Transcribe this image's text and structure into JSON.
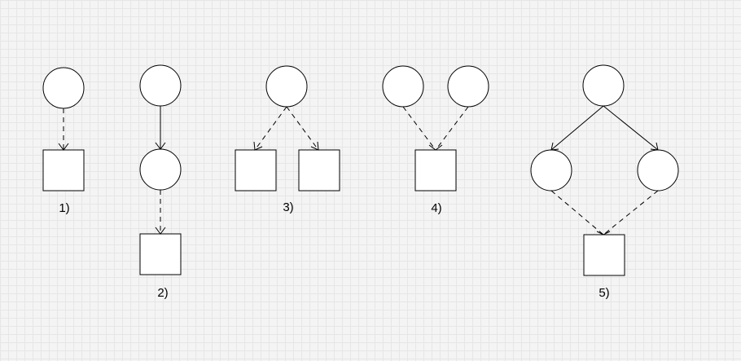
{
  "labels": {
    "d1": "1)",
    "d2": "2)",
    "d3": "3)",
    "d4": "4)",
    "d5": "5)"
  },
  "colors": {
    "stroke": "#000000",
    "node_fill": "#ffffff",
    "background": "#f4f4f4",
    "grid": "#e6e6e6"
  }
}
